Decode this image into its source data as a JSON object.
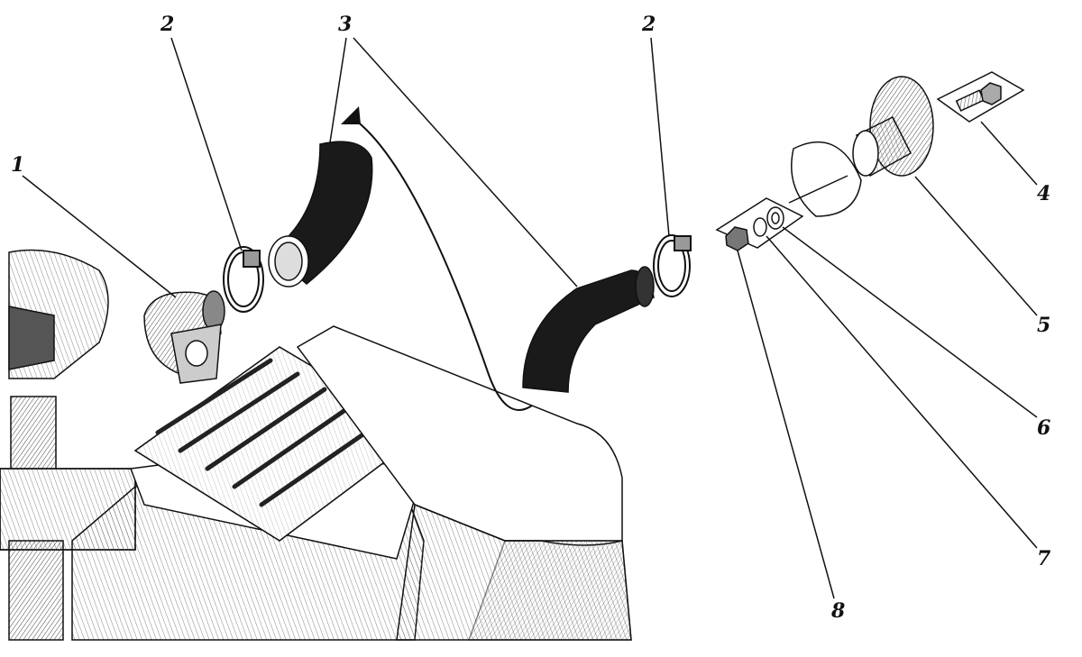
{
  "diagram": {
    "callouts": [
      {
        "id": "1",
        "part": "elbow"
      },
      {
        "id": "2",
        "part": "hose-clamp-left"
      },
      {
        "id": "3",
        "part": "hoses"
      },
      {
        "id": "2",
        "part": "hose-clamp-right"
      },
      {
        "id": "4",
        "part": "bolt"
      },
      {
        "id": "5",
        "part": "flange-pipe"
      },
      {
        "id": "6",
        "part": "washer"
      },
      {
        "id": "7",
        "part": "spring-washer"
      },
      {
        "id": "8",
        "part": "nut"
      }
    ]
  }
}
